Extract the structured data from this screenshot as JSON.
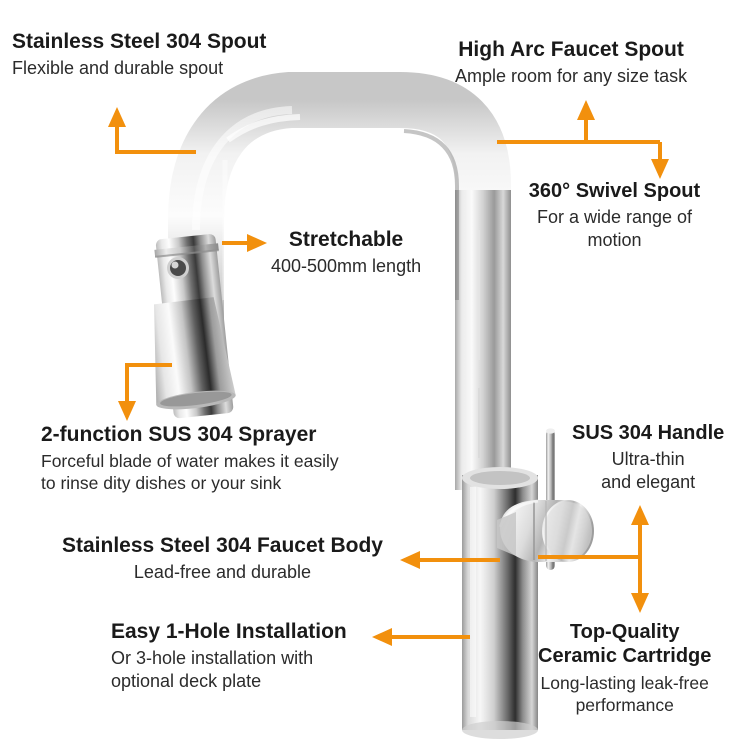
{
  "meta": {
    "product": "Pull-down kitchen faucet feature infographic",
    "accent_color": "#F2900D",
    "title_color": "#1a1a1a",
    "body_color": "#2b2b2b",
    "background": "#ffffff"
  },
  "callouts": [
    {
      "id": "spout",
      "title": "Stainless Steel 304 Spout",
      "subtitle": "Flexible and durable spout",
      "align": "left",
      "arrow": "elbow-left-up"
    },
    {
      "id": "higharc",
      "title": "High Arc Faucet Spout",
      "subtitle": "Ample room for any size task",
      "align": "center",
      "arrow": "tee-up"
    },
    {
      "id": "swivel",
      "title": "360° Swivel Spout",
      "subtitle": "For a wide range of motion",
      "align": "center",
      "arrow": "tee-down"
    },
    {
      "id": "stretch",
      "title": "Stretchable",
      "subtitle": "400-500mm length",
      "align": "center",
      "arrow": "right"
    },
    {
      "id": "sprayer",
      "title": "2-function SUS 304 Sprayer",
      "subtitle": "Forceful blade of water makes it easily to rinse dity dishes or your sink",
      "subtitle_line1": "Forceful blade of water makes it easily",
      "subtitle_line2": "to rinse dity dishes or your sink",
      "align": "left",
      "arrow": "elbow-left-down"
    },
    {
      "id": "handle",
      "title": "SUS 304 Handle",
      "subtitle_line1": "Ultra-thin",
      "subtitle_line2": "and elegant",
      "align": "center",
      "arrow": "double-vertical"
    },
    {
      "id": "body",
      "title": "Stainless Steel 304 Faucet Body",
      "subtitle": "Lead-free and durable",
      "align": "center",
      "arrow": "left"
    },
    {
      "id": "install",
      "title": "Easy 1-Hole Installation",
      "subtitle_line1": "Or 3-hole installation with",
      "subtitle_line2": "optional deck plate",
      "align": "left",
      "arrow": "left"
    },
    {
      "id": "cartridge",
      "title_line1": "Top-Quality",
      "title_line2": "Ceramic Cartridge",
      "subtitle_line1": "Long-lasting leak-free",
      "subtitle_line2": "performance",
      "align": "center",
      "arrow": "double-vertical"
    }
  ]
}
